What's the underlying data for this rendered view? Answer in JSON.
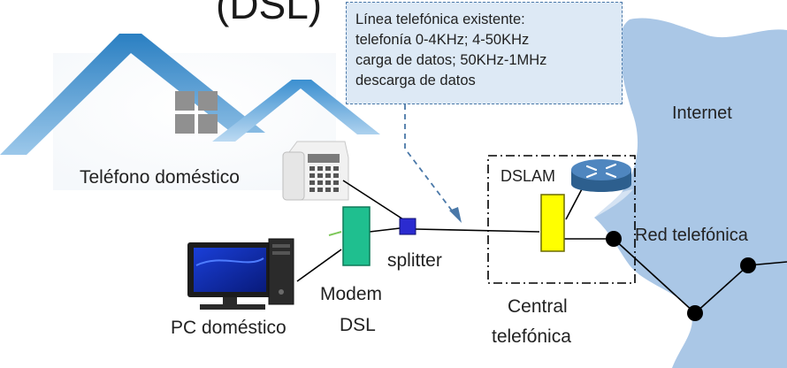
{
  "title_fragment": "(DSL)",
  "callout": {
    "lines": [
      "Línea telefónica existente:",
      "telefonía 0-4KHz; 4-50KHz",
      "carga de datos; 50KHz-1MHz",
      "descarga de datos"
    ]
  },
  "labels": {
    "internet": "Internet",
    "red_telefonica": "Red telefónica",
    "dslam": "DSLAM",
    "telefono": "Teléfono doméstico",
    "splitter": "splitter",
    "modem_line1": "Modem",
    "modem_line2": "DSL",
    "pc": "PC doméstico",
    "central_line1": "Central",
    "central_line2": "telefónica"
  },
  "colors": {
    "roof": "#2f86c8",
    "cloud": "#aac7e6",
    "modem": "#1fbf8f",
    "splitter": "#2b2bd0",
    "dslam_box": "#ffff00",
    "router": "#3a6fa0",
    "line": "#000000"
  },
  "icons": [
    "house-roof-icon",
    "window-icon",
    "telephone-icon",
    "pc-icon",
    "router-icon",
    "network-node-icon"
  ]
}
